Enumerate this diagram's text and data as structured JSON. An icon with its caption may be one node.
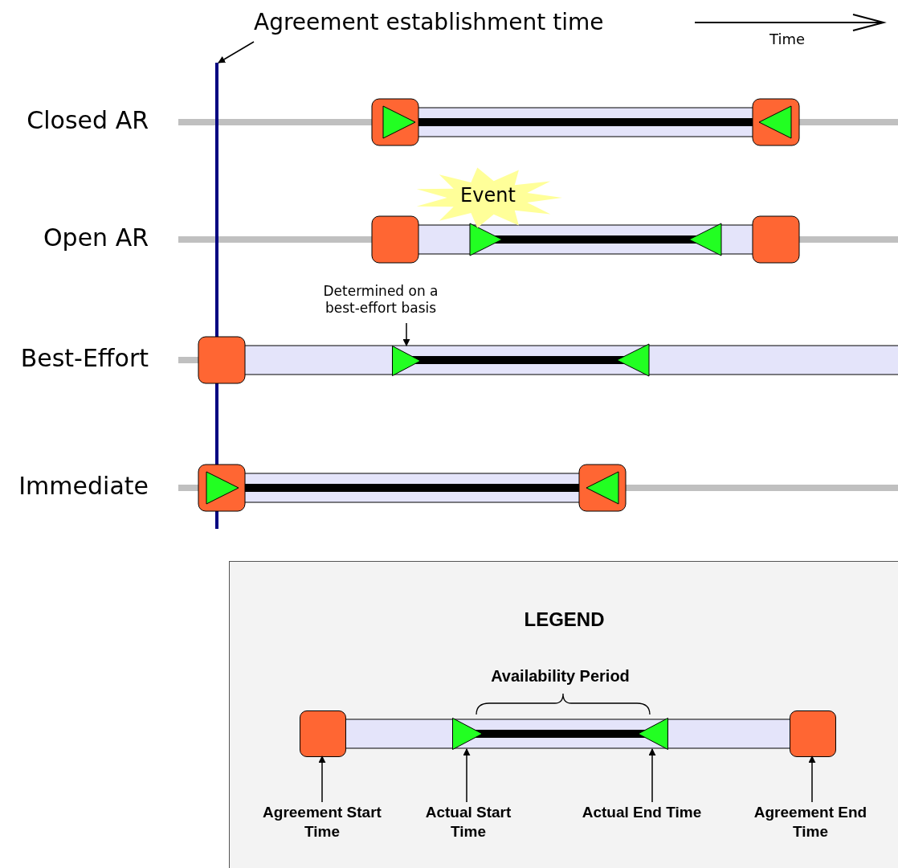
{
  "diagram": {
    "nodes": [
      {
        "text": [
          "Agreement establishment time"
        ]
      },
      {
        "text": [],
        "shape": "bar"
      },
      {
        "text": [
          "Event"
        ]
      },
      {
        "text": [
          "Determined on a best-effort basis"
        ]
      },
      {
        "text": [],
        "shape": "triangle"
      },
      {
        "text": [
          "LEGEND"
        ]
      },
      {
        "text": [],
        "shape": "box",
        "in": 5
      },
      {
        "text": [],
        "shape": "triangle",
        "in": 5
      },
      {
        "text": [],
        "shape": "triangle",
        "in": 5
      },
      {
        "text": [],
        "shape": "box",
        "in": 5
      },
      {
        "text": [
          "Agreement Start Time"
        ],
        "in": 5
      },
      {
        "text": [
          "Actual Start Time"
        ],
        "in": 5
      },
      {
        "text": [
          "Actual End Time"
        ],
        "in": 5
      },
      {
        "text": [
          "Agreement End Time"
        ],
        "in": 5
      }
    ],
    "edges": [
      {
        "from": 0,
        "to": 1,
        "arrow": "to"
      },
      {
        "from": 3,
        "to": 4,
        "arrow": "to"
      },
      {
        "from": 10,
        "to": 6,
        "arrow": "to"
      },
      {
        "from": 11,
        "to": 7,
        "arrow": "to"
      },
      {
        "from": 12,
        "to": 8,
        "arrow": "to"
      },
      {
        "from": 13,
        "to": 9,
        "arrow": "to"
      }
    ],
    "labels": [
      "Time",
      "Closed AR",
      "Open AR",
      "Best-Effort",
      "Immediate",
      "Availability Period"
    ]
  }
}
